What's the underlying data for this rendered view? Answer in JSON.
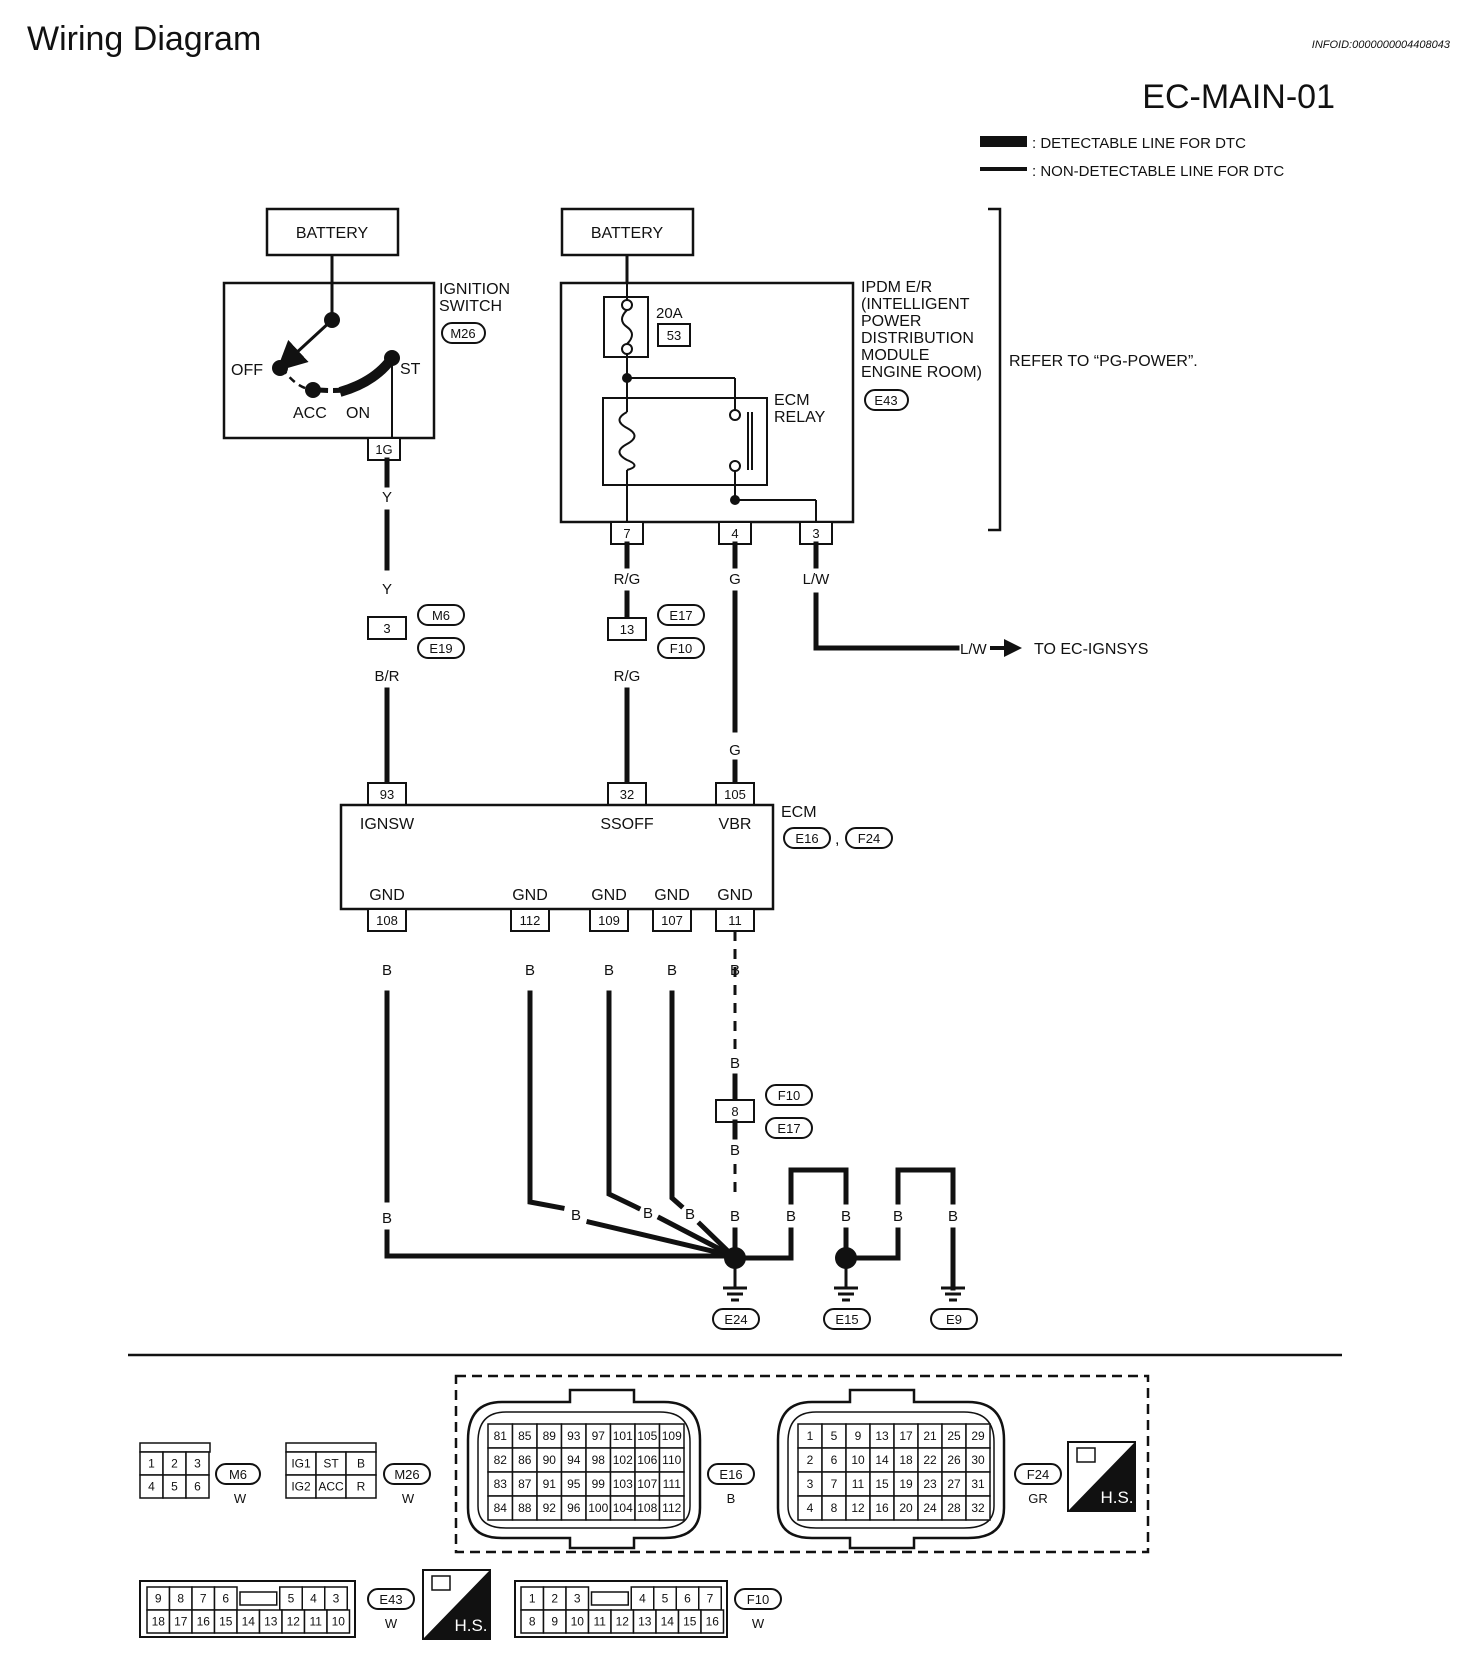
{
  "header": {
    "title": "Wiring Diagram",
    "info_id": "INFOID:0000000004408043",
    "diagram_code": "EC-MAIN-01"
  },
  "legend": {
    "detectable": ": DETECTABLE LINE FOR DTC",
    "non_detectable": ": NON-DETECTABLE LINE FOR DTC"
  },
  "battery_label": "BATTERY",
  "ignition": {
    "name_line1": "IGNITION",
    "name_line2": "SWITCH",
    "conn": "M26",
    "off": "OFF",
    "acc": "ACC",
    "on": "ON",
    "st": "ST",
    "pin": "1G"
  },
  "ipdm": {
    "lines": [
      "IPDM E/R",
      "(INTELLIGENT",
      "POWER",
      "DISTRIBUTION",
      "MODULE",
      "ENGINE ROOM)"
    ],
    "conn": "E43",
    "fuse_amp": "20A",
    "fuse_no": "53",
    "relay_line1": "ECM",
    "relay_line2": "RELAY",
    "pins": [
      "7",
      "4",
      "3"
    ],
    "refer": "REFER TO “PG-POWER”."
  },
  "wires": {
    "y": "Y",
    "br": "B/R",
    "rg": "R/G",
    "g": "G",
    "lw": "L/W",
    "b": "B"
  },
  "joints": {
    "j1": {
      "pin": "3",
      "conn_top": "M6",
      "conn_bot": "E19"
    },
    "j2": {
      "pin": "13",
      "conn_top": "E17",
      "conn_bot": "F10"
    },
    "j3": {
      "pin": "8",
      "conn_top": "F10",
      "conn_bot": "E17"
    }
  },
  "to_ignsys": "TO EC-IGNSYS",
  "ecm": {
    "name": "ECM",
    "conn1": "E16",
    "conn2": "F24",
    "comma": ",",
    "top_pins": [
      "93",
      "32",
      "105"
    ],
    "top_labels": [
      "IGNSW",
      "SSOFF",
      "VBR"
    ],
    "gnd_label": "GND",
    "bottom_pins": [
      "108",
      "112",
      "109",
      "107",
      "11"
    ]
  },
  "grounds": [
    "E24",
    "E15",
    "E9"
  ],
  "connectors": {
    "m6": {
      "id": "M6",
      "color": "W",
      "rows": [
        [
          "1",
          "2",
          "3"
        ],
        [
          "4",
          "5",
          "6"
        ]
      ]
    },
    "m26": {
      "id": "M26",
      "color": "W",
      "rows": [
        [
          "IG1",
          "ST",
          "B"
        ],
        [
          "IG2",
          "ACC",
          "R"
        ]
      ]
    },
    "e16": {
      "id": "E16",
      "color": "B",
      "rows": [
        [
          "81",
          "85",
          "89",
          "93",
          "97",
          "101",
          "105",
          "109"
        ],
        [
          "82",
          "86",
          "90",
          "94",
          "98",
          "102",
          "106",
          "110"
        ],
        [
          "83",
          "87",
          "91",
          "95",
          "99",
          "103",
          "107",
          "111"
        ],
        [
          "84",
          "88",
          "92",
          "96",
          "100",
          "104",
          "108",
          "112"
        ]
      ]
    },
    "f24": {
      "id": "F24",
      "color": "GR",
      "rows": [
        [
          "1",
          "5",
          "9",
          "13",
          "17",
          "21",
          "25",
          "29"
        ],
        [
          "2",
          "6",
          "10",
          "14",
          "18",
          "22",
          "26",
          "30"
        ],
        [
          "3",
          "7",
          "11",
          "15",
          "19",
          "23",
          "27",
          "31"
        ],
        [
          "4",
          "8",
          "12",
          "16",
          "20",
          "24",
          "28",
          "32"
        ]
      ]
    },
    "e43": {
      "id": "E43",
      "color": "W",
      "rows": [
        [
          "9",
          "8",
          "7",
          "6",
          "",
          "5",
          "4",
          "3"
        ],
        [
          "18",
          "17",
          "16",
          "15",
          "14",
          "13",
          "12",
          "11",
          "10"
        ]
      ]
    },
    "f10": {
      "id": "F10",
      "color": "W",
      "rows": [
        [
          "1",
          "2",
          "3",
          "",
          "4",
          "5",
          "6",
          "7"
        ],
        [
          "8",
          "9",
          "10",
          "11",
          "12",
          "13",
          "14",
          "15",
          "16"
        ]
      ]
    }
  },
  "hs_label": "H.S."
}
